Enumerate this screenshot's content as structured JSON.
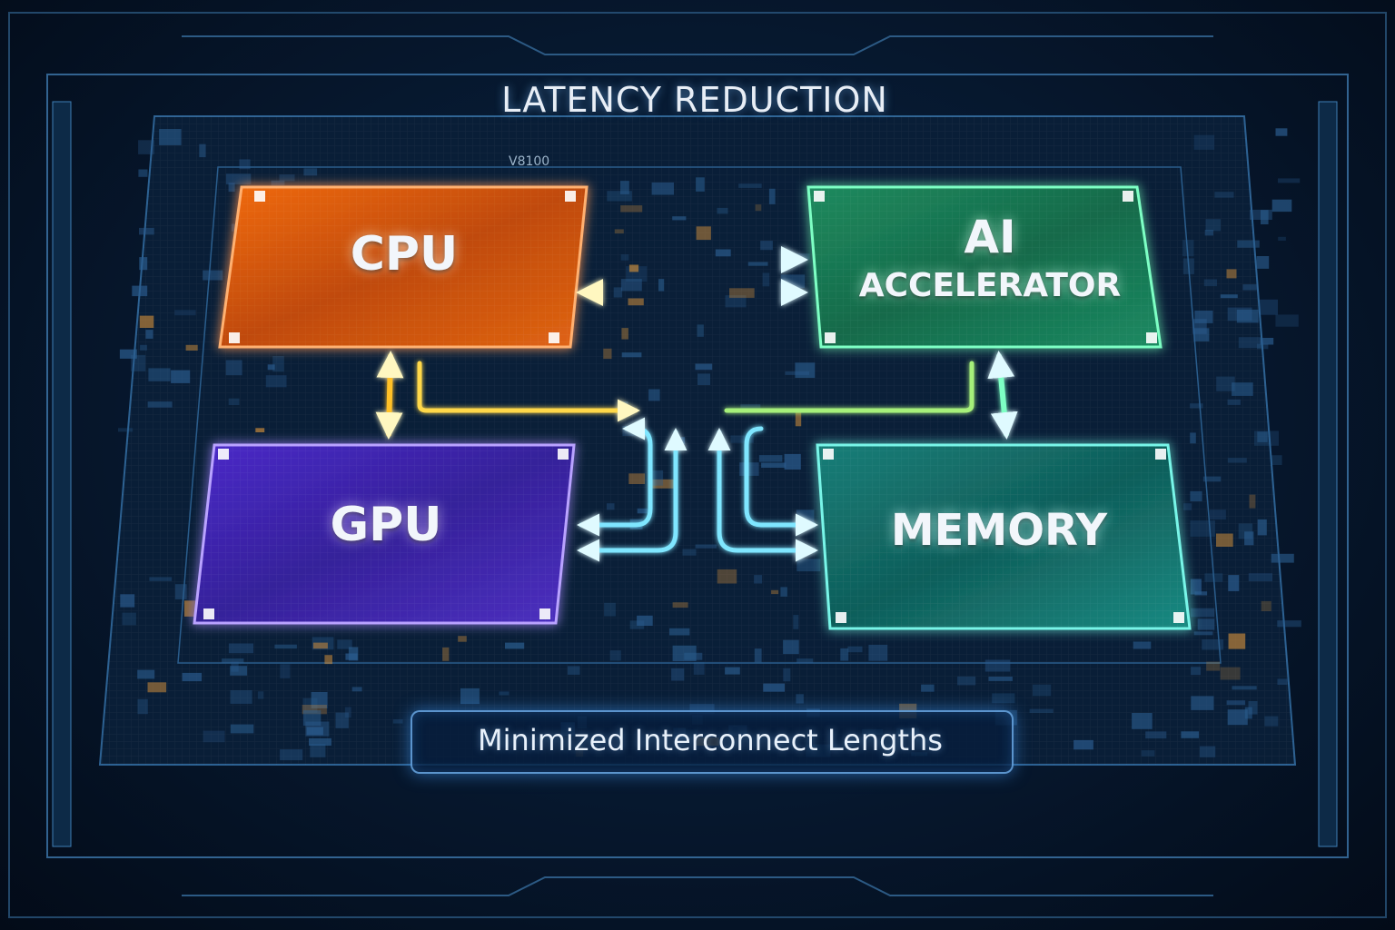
{
  "title": "LATENCY REDUCTION",
  "version_text": "V8100",
  "blocks": {
    "cpu": {
      "label": "CPU",
      "color": "#ff7a1a"
    },
    "gpu": {
      "label": "GPU",
      "color": "#6a3cf0"
    },
    "ai": {
      "label_line1": "AI",
      "label_line2": "ACCELERATOR",
      "color": "#26c98a"
    },
    "memory": {
      "label": "MEMORY",
      "color": "#22b5a8"
    }
  },
  "caption": "Minimized Interconnect Lengths",
  "colors": {
    "background": "#04101f",
    "accent_blue": "#3fa9ff",
    "frame": "#5aa7e6"
  }
}
